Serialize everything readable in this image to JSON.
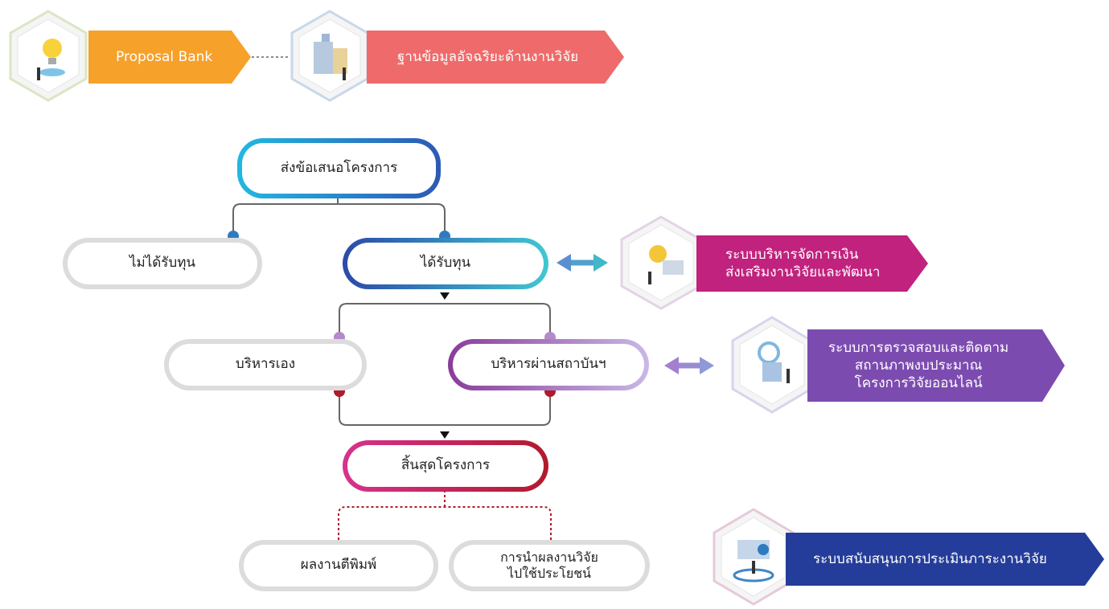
{
  "top_systems": {
    "proposal_bank": {
      "label": "Proposal Bank",
      "color": "#f6a12a"
    },
    "research_database": {
      "label": "ฐานข้อมูลอัจฉริยะด้านงานวิจัย",
      "color": "#ef6a6a"
    }
  },
  "flow": {
    "submit": "ส่งข้อเสนอโครงการ",
    "not_funded": "ไม่ได้รับทุน",
    "funded": "ได้รับทุน",
    "self_managed": "บริหารเอง",
    "via_institute": "บริหารผ่านสถาบันฯ",
    "project_end": "สิ้นสุดโครงการ",
    "publication": "ผลงานตีพิมพ์",
    "utilization": "การนำผลงานวิจัย\nไปใช้ประโยชน์"
  },
  "side_systems": {
    "finance": {
      "label": "ระบบบริหารจัดการเงิน\nส่งเสริมงานวิจัยและพัฒนา",
      "color": "#c0227d"
    },
    "monitoring": {
      "label": "ระบบการตรวจสอบและติดตาม\nสถานภาพงบประมาณ\nโครงการวิจัยออนไลน์",
      "color": "#7c4bb0"
    },
    "evaluation": {
      "label": "ระบบสนับสนุนการประเมินภาระงานวิจัย",
      "color": "#243d9a"
    }
  }
}
